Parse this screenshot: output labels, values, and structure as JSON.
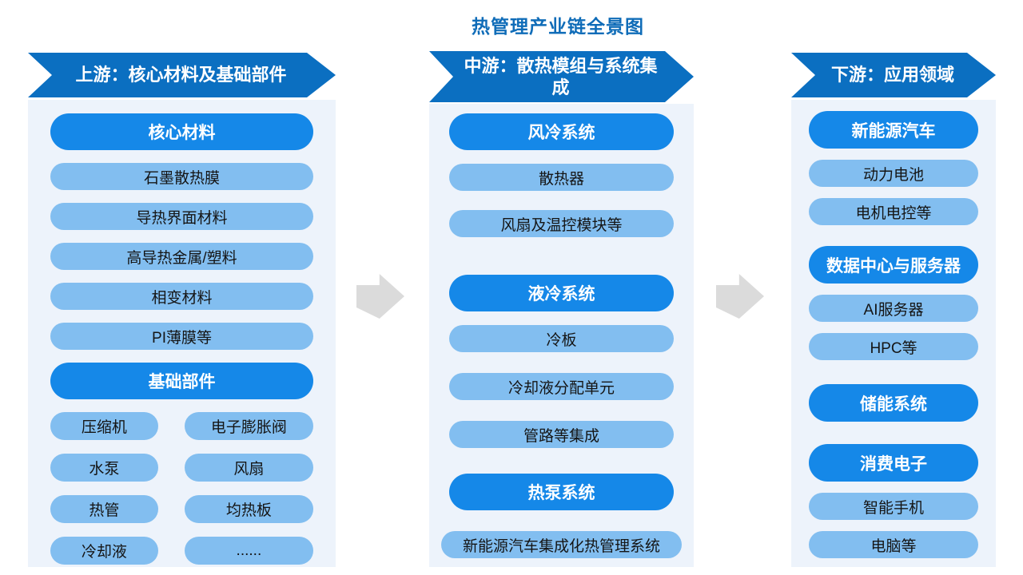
{
  "title": "热管理产业链全景图",
  "upstream": {
    "header": "上游：核心材料及基础部件",
    "group1_header": "核心材料",
    "materials": [
      "石墨散热膜",
      "导热界面材料",
      "高导热金属/塑料",
      "相变材料",
      "PI薄膜等"
    ],
    "group2_header": "基础部件",
    "components": [
      "压缩机",
      "电子膨胀阀",
      "水泵",
      "风扇",
      "热管",
      "均热板",
      "冷却液",
      "......"
    ]
  },
  "midstream": {
    "header": "中游：散热模组与系统集成",
    "groups": [
      {
        "header": "风冷系统",
        "items": [
          "散热器",
          "风扇及温控模块等"
        ]
      },
      {
        "header": "液冷系统",
        "items": [
          "冷板",
          "冷却液分配单元",
          "管路等集成"
        ]
      },
      {
        "header": "热泵系统",
        "items": [
          "新能源汽车集成化热管理系统"
        ]
      }
    ]
  },
  "downstream": {
    "header": "下游：应用领域",
    "groups": [
      {
        "header": "新能源汽车",
        "items": [
          "动力电池",
          "电机电控等"
        ]
      },
      {
        "header": "数据中心与服务器",
        "items": [
          "AI服务器",
          "HPC等"
        ]
      },
      {
        "header": "储能系统",
        "items": []
      },
      {
        "header": "消费电子",
        "items": [
          "智能手机",
          "电脑等"
        ]
      }
    ]
  },
  "colors": {
    "banner_blue": "#0B6FC1",
    "group_header_blue": "#1588E8",
    "item_pill_blue": "#82BEF0",
    "panel_background": "#EDF3FB",
    "title_blue": "#0F6CB8",
    "flow_arrow_gray": "#DBDBDB"
  }
}
